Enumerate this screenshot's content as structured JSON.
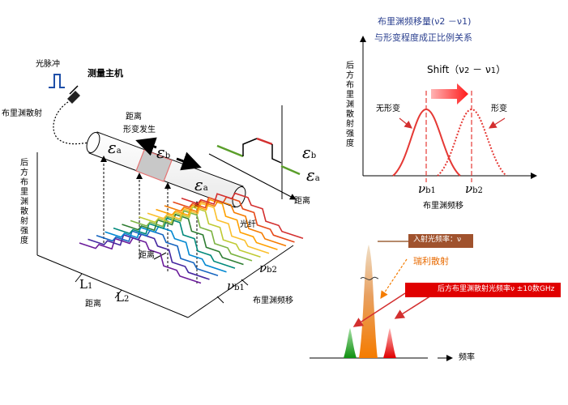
{
  "host": {
    "pulse_label": "光脉冲",
    "main_label": "测量主机"
  },
  "fiber": {
    "brillouin_label": "布里渊散射",
    "eps_a": "ε",
    "eps_a_sub": "a",
    "eps_b": "ε",
    "eps_b_sub": "b",
    "eps_a2": "ε",
    "eps_a2_sub": "a",
    "distance_deform_label1": "距离",
    "distance_deform_label2": "形变发生",
    "fiber_label": "光纤"
  },
  "plot3d": {
    "y_label": "后方布里渊散射强度",
    "x_label": "距离",
    "z_label": "布里渊频移",
    "inner_label": "距离",
    "l1": "L",
    "l1_sub": "1",
    "l2": "L",
    "l2_sub": "2",
    "nu_b2": "ν",
    "nu_b2_sub": "b2",
    "nu_b1": "ν",
    "nu_b1_sub": "b1",
    "colors": [
      "#6a1b9a",
      "#4527a0",
      "#1565c0",
      "#0288d1",
      "#00897b",
      "#2e7d32",
      "#7cb342",
      "#c0ca33",
      "#fbc02d",
      "#ffa000",
      "#f57c00",
      "#e64a19",
      "#d32f2f"
    ]
  },
  "strain_plot": {
    "x_label": "距离",
    "eps_b": "ε",
    "eps_b_sub": "b",
    "eps_a": "ε",
    "eps_a_sub": "a"
  },
  "shift_plot": {
    "title_line1": "布里渊频移量(ν2 －ν1)",
    "title_line2": "与形变程度成正比例关系",
    "y_label": "后方布里渊散射强度",
    "shift_label": "Shift（ν",
    "shift_label_sub1": "2",
    "shift_label_mid": " － ν",
    "shift_label_sub2": "1",
    "shift_label_end": "）",
    "no_deform": "无形变",
    "deform": "形变",
    "nu_b1": "ν",
    "nu_b1_sub": "b1",
    "nu_b2": "ν",
    "nu_b2_sub": "b2",
    "x_label": "布里渊频移"
  },
  "spectrum": {
    "incident": "入射光频率：ν",
    "rayleigh": "瑞利散射",
    "brillouin": "后方布里渊散射光频率ν ±10数GHz",
    "x_label": "频率"
  }
}
